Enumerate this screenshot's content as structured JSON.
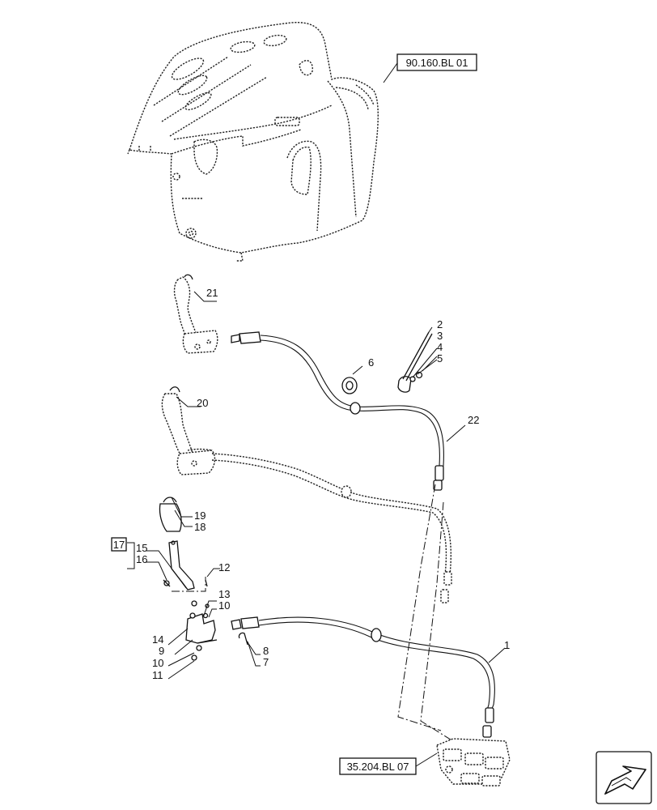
{
  "references": {
    "top": "90.160.BL 01",
    "bottom": "35.204.BL 07"
  },
  "callouts": {
    "c1": "1",
    "c2": "2",
    "c3": "3",
    "c4": "4",
    "c5": "5",
    "c6": "6",
    "c7": "7",
    "c8": "8",
    "c9": "9",
    "c10a": "10",
    "c10b": "10",
    "c11": "11",
    "c12": "12",
    "c13": "13",
    "c14": "14",
    "c15": "15",
    "c16": "16",
    "c17": "17",
    "c18": "18",
    "c19": "19",
    "c20": "20",
    "c21": "21",
    "c22": "22"
  },
  "icons": {
    "navigation": "arrow-icon"
  }
}
